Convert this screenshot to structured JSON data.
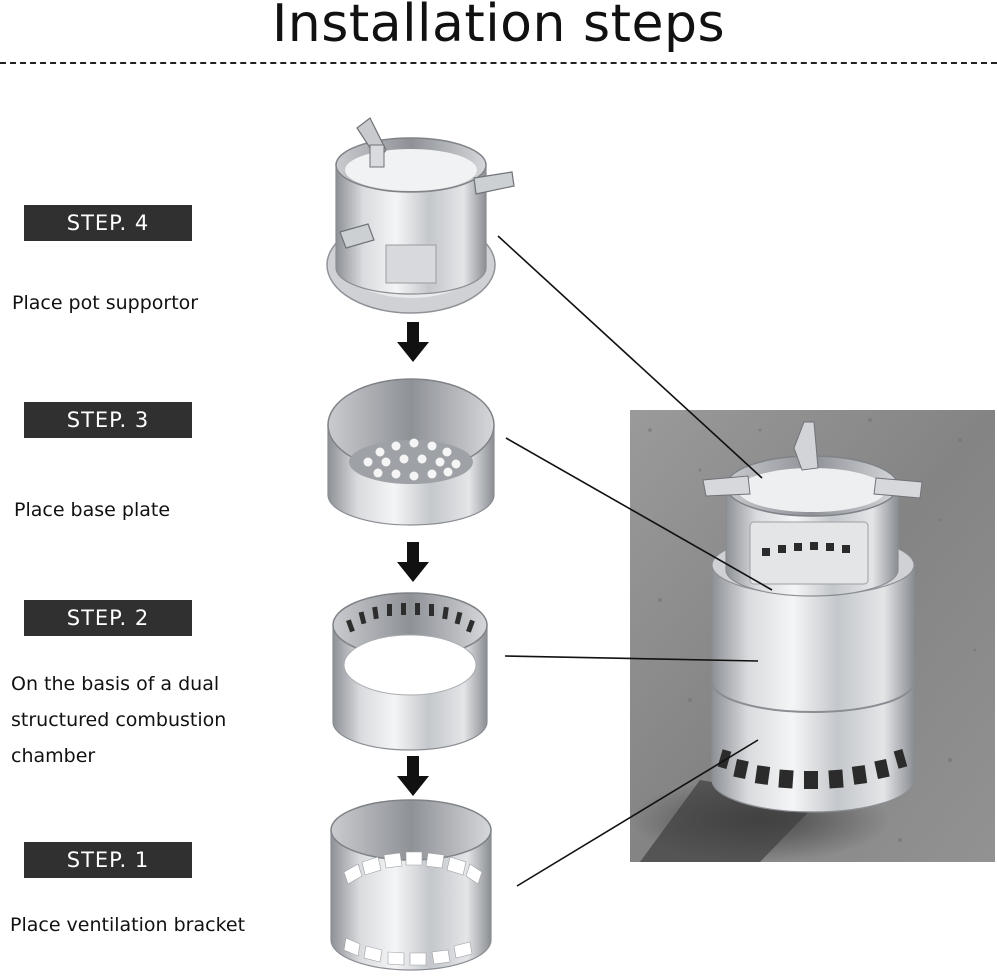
{
  "title": "Installation steps",
  "steps": [
    {
      "badge": "STEP. 4",
      "text": "Place pot supportor"
    },
    {
      "badge": "STEP. 3",
      "text": "Place base plate"
    },
    {
      "badge": "STEP. 2",
      "text": "On the basis of a dual\nstructured combustion\nchamber"
    },
    {
      "badge": "STEP. 1",
      "text": "Place ventilation bracket"
    }
  ],
  "colors": {
    "badge_bg": "#303030",
    "badge_text": "#ffffff",
    "steel_light": "#e6e7e9",
    "steel_mid": "#b9bcc0",
    "steel_dark": "#7e8287",
    "photo_ground": "#8d8d8d"
  },
  "icons": [
    "down-arrow-icon",
    "leader-line"
  ]
}
